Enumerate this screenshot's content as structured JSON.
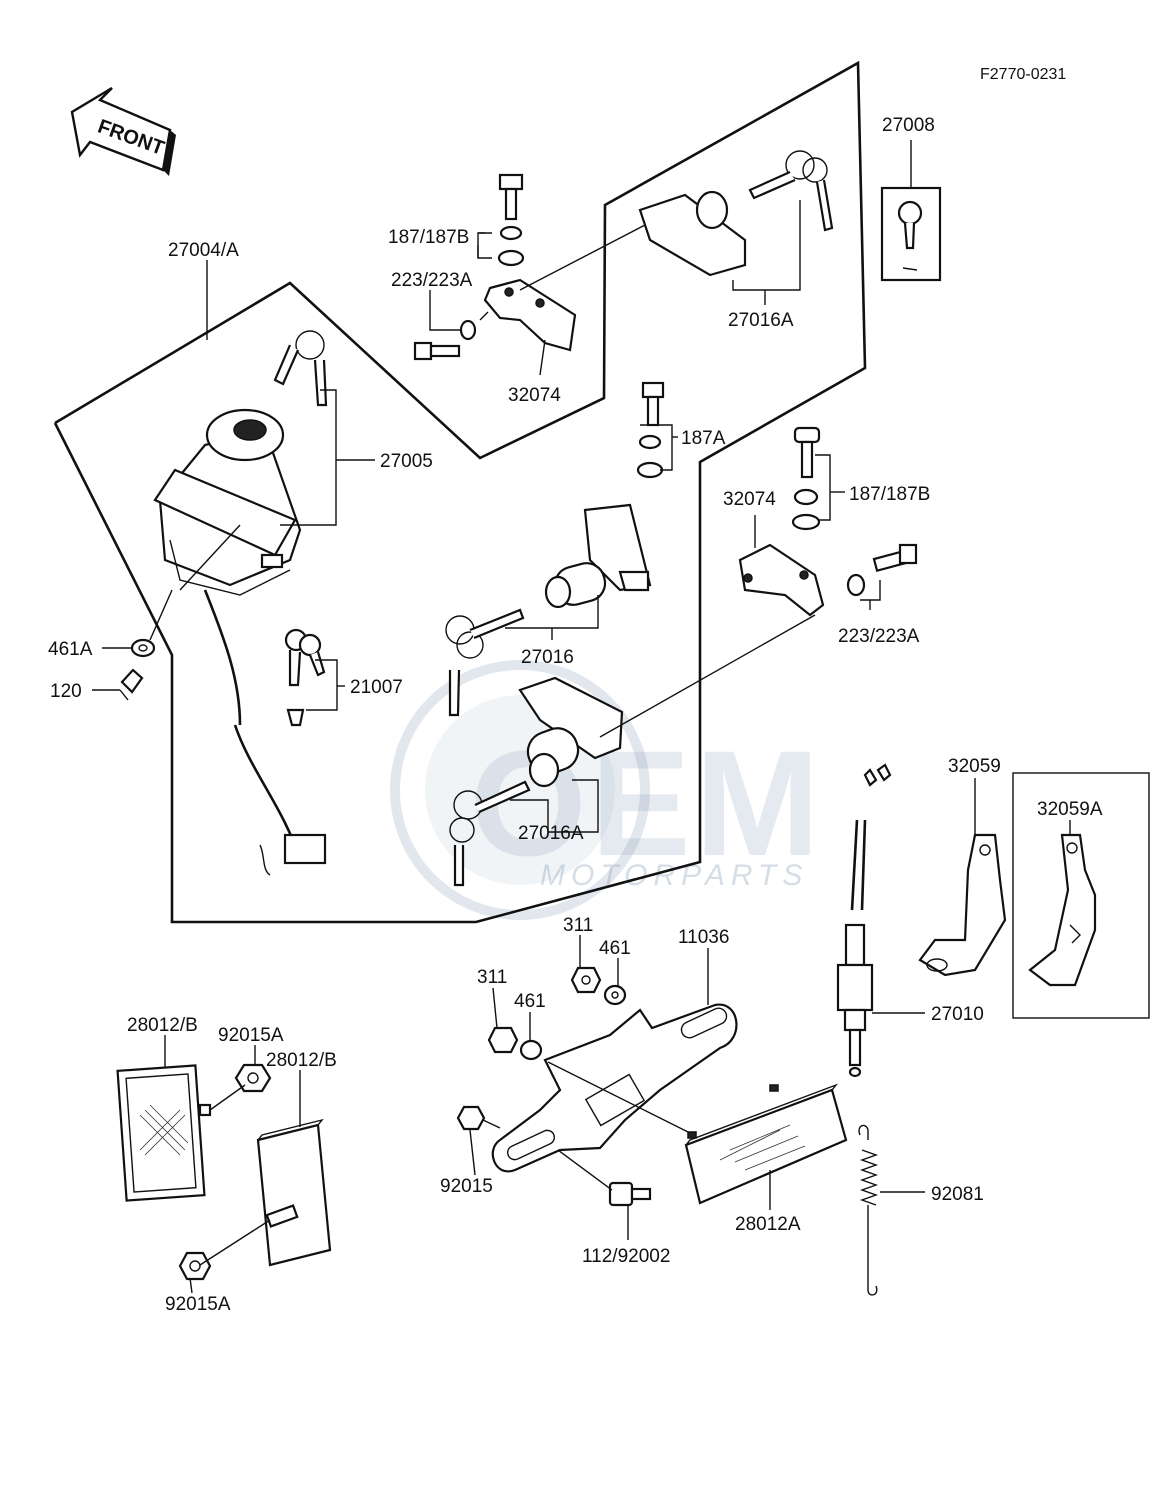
{
  "ref_code": "F2770-0231",
  "front_label": "FRONT",
  "watermark": {
    "brand": "OEM",
    "sub": "MOTORPARTS",
    "color": "#8aa1b8"
  },
  "labels": {
    "p27008": "27008",
    "p187_187b_top": "187/187B",
    "p27004a": "27004/A",
    "p223_223a_top": "223/223A",
    "p27016a_top": "27016A",
    "p32074_top": "32074",
    "p27005": "27005",
    "p187a": "187A",
    "p32074_mid": "32074",
    "p187_187b_mid": "187/187B",
    "p461a": "461A",
    "p120": "120",
    "p27016": "27016",
    "p223_223a_mid": "223/223A",
    "p21007": "21007",
    "p32059": "32059",
    "p32059a": "32059A",
    "p27016a_bot": "27016A",
    "p311_top": "311",
    "p461_top": "461",
    "p11036": "11036",
    "p311_mid": "311",
    "p461_mid": "461",
    "p28012b_left": "28012/B",
    "p92015a_top": "92015A",
    "p27010": "27010",
    "p28012b_mid": "28012/B",
    "p92015": "92015",
    "p92081": "92081",
    "p28012a": "28012A",
    "p112_92002": "112/92002",
    "p92015a_bot": "92015A"
  }
}
